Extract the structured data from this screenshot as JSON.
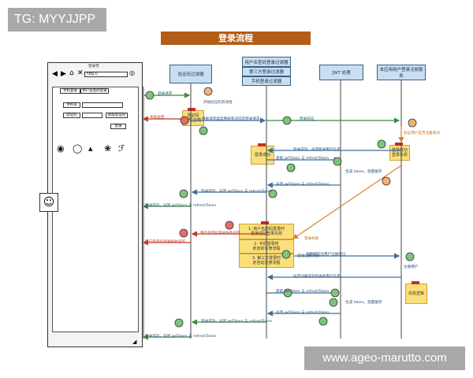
{
  "tag": "TG: MYYJJPP",
  "watermark": "www.ageo-marutto.com",
  "title": "登录流程",
  "browser": {
    "title": "登录页",
    "address": "http://",
    "tabs": [
      "手机登录",
      "用户名密码登录"
    ],
    "phone_label": "手机号",
    "code_label": "验证码",
    "get_code": "获取验证码",
    "login": "登录"
  },
  "lanes": [
    {
      "label": "验证码过滤器"
    },
    {
      "label": "用户名密码登录过滤器"
    },
    {
      "label": "第三方登录过滤器"
    },
    {
      "label": "手机登录过滤器"
    },
    {
      "label": "JWT 处理"
    },
    {
      "label": "本应用用户登录注册服务"
    }
  ],
  "notes": [
    {
      "text": "验证码\n是否正确"
    },
    {
      "text": "登录成功"
    },
    {
      "text": "登录成功\n登录失败"
    },
    {
      "text": "1. 用户名密码登录时\n直接返回登录失败"
    },
    {
      "text": "2. 手机登录时\n走自动注册流程"
    },
    {
      "text": "3. 第三方登录时\n走自动注册流程"
    },
    {
      "text": "失败逻辑"
    }
  ],
  "messages": [
    {
      "text": "登录请求"
    },
    {
      "text": "开始验证码有效性"
    },
    {
      "text": "失败返回"
    },
    {
      "text": "根据请求类型映射到对应的登录请求"
    },
    {
      "text": "登录验证"
    },
    {
      "text": "验证用户是否注册成功"
    },
    {
      "text": "登录成功，返回登录用户信息"
    },
    {
      "text": "获取 jwtToken 与 refreshToken"
    },
    {
      "text": "生成 token，放置缓存"
    },
    {
      "text": "返回 jwtToken 与 refreshToken"
    },
    {
      "text": "登录成功，返回 jwtToken 与 refreshToken"
    },
    {
      "text": "登录成功，返回 jwtToken 与 refreshToken"
    },
    {
      "text": "用户名密码登录失败返回"
    },
    {
      "text": "用户名密码登录失败返回"
    },
    {
      "text": "登录失败"
    },
    {
      "text": "自动注册流程"
    },
    {
      "text": "调用相应的用户注册接口"
    },
    {
      "text": "注册用户"
    },
    {
      "text": "返回注册成功的本地用户信息"
    },
    {
      "text": "获取 jwtToken 与 refreshToken"
    },
    {
      "text": "生成 token，放置缓存"
    },
    {
      "text": "返回 jwtToken 与 refreshToken"
    },
    {
      "text": "登录成功，返回 jwtToken 与 refreshToken"
    },
    {
      "text": "登录成功，返回 jwtToken 与 refreshToken"
    }
  ],
  "colors": {
    "lane": "#c9def2",
    "note": "#fbe07a",
    "step_ok": "#7bc67b",
    "step_fail": "#e36b6b",
    "step_warn": "#f0b27a",
    "title": "#b45d16"
  }
}
